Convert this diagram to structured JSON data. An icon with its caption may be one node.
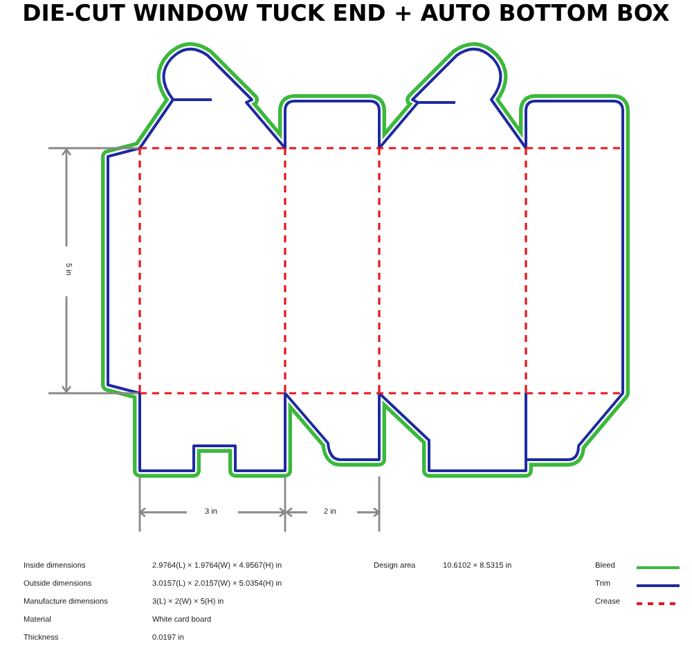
{
  "diagram": {
    "title": "DIE-CUT WINDOW TUCK END + AUTO BOTTOM BOX",
    "labels": [
      "5 in",
      "3 in",
      "2 in",
      "Inside dimensions",
      "2.9764(L) × 1.9764(W) × 4.9567(H) in",
      "Design area",
      "10.6102 × 8.5315 in",
      "Outside dimensions",
      "3.0157(L) × 2.0157(W) × 5.0354(H) in",
      "Manufacture dimensions",
      "3(L) × 2(W) × 5(H) in",
      "Material",
      "White card board",
      "Thickness",
      "0.0197 in"
    ],
    "legend": [
      {
        "text": "Bleed"
      },
      {
        "text": "Trim"
      },
      {
        "text": "Crease"
      }
    ]
  }
}
